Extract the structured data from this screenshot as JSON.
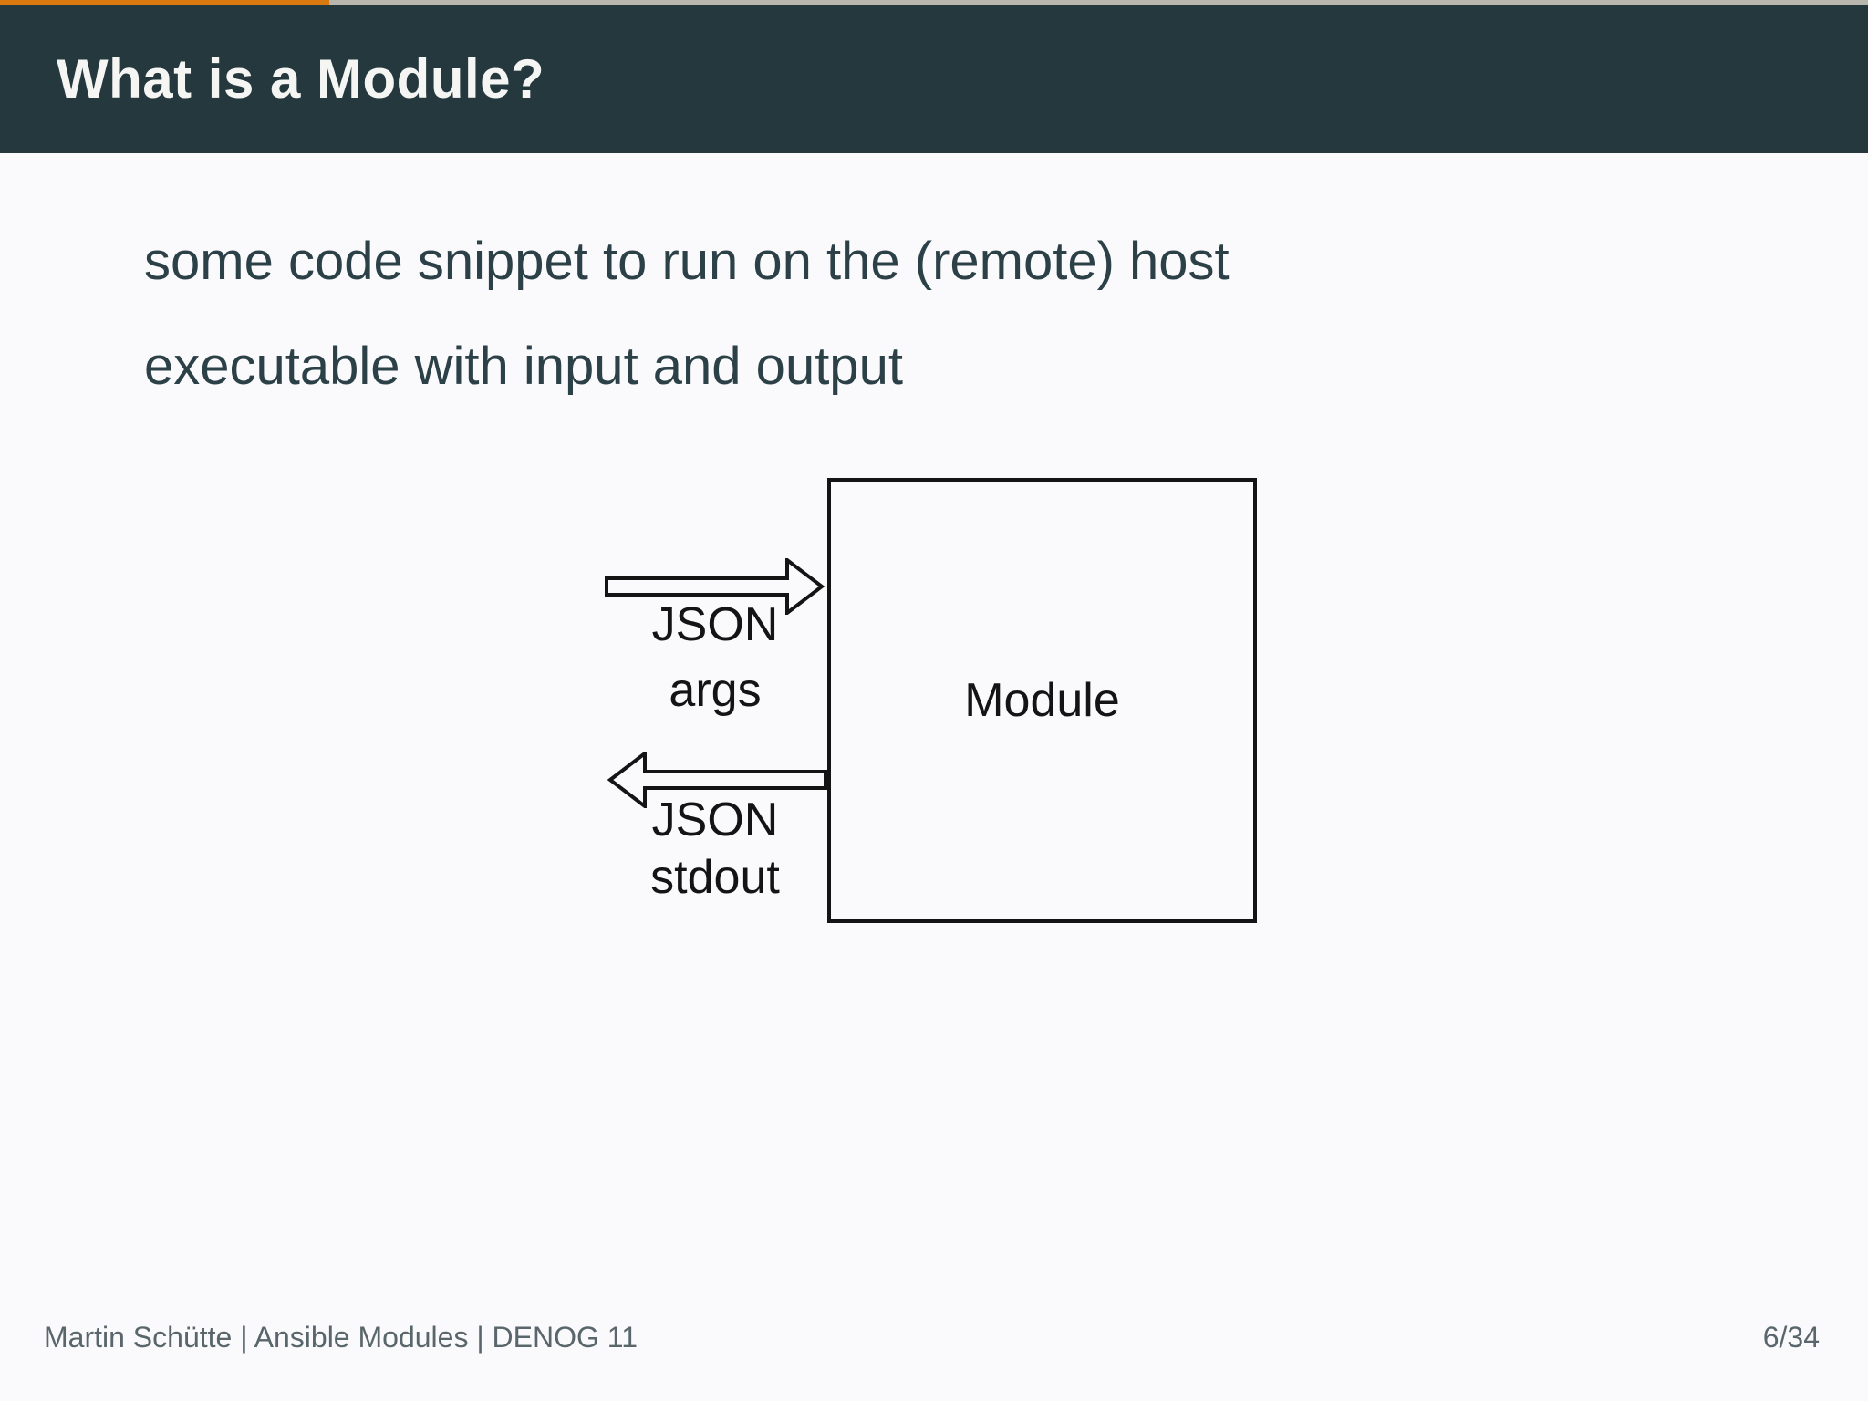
{
  "slide": {
    "progress": {
      "current_page": 6,
      "total_pages": 34,
      "fill_percent": 17.65
    },
    "header": {
      "title": "What is a Module?"
    },
    "body": {
      "lines": [
        "some code snippet to run on the (remote) host",
        "executable with input and output"
      ]
    },
    "diagram": {
      "box_label": "Module",
      "input_arrow": {
        "direction": "right-into-box",
        "label_line1": "JSON",
        "label_line2": "args"
      },
      "output_arrow": {
        "direction": "left-out-of-box",
        "label_line1": "JSON",
        "label_line2": "stdout"
      }
    },
    "footer": {
      "left": "Martin Schütte | Ansible Modules | DENOG 11",
      "page_indicator": "6/34"
    },
    "colors": {
      "accent_orange": "#d9790f",
      "progress_rest_gray": "#b9b6ae",
      "header_bg": "#24383d",
      "header_text": "#f5f6f4",
      "body_bg": "#faf9fb",
      "body_text": "#2c4147",
      "footer_text": "#59666b",
      "diagram_stroke": "#141414"
    }
  }
}
